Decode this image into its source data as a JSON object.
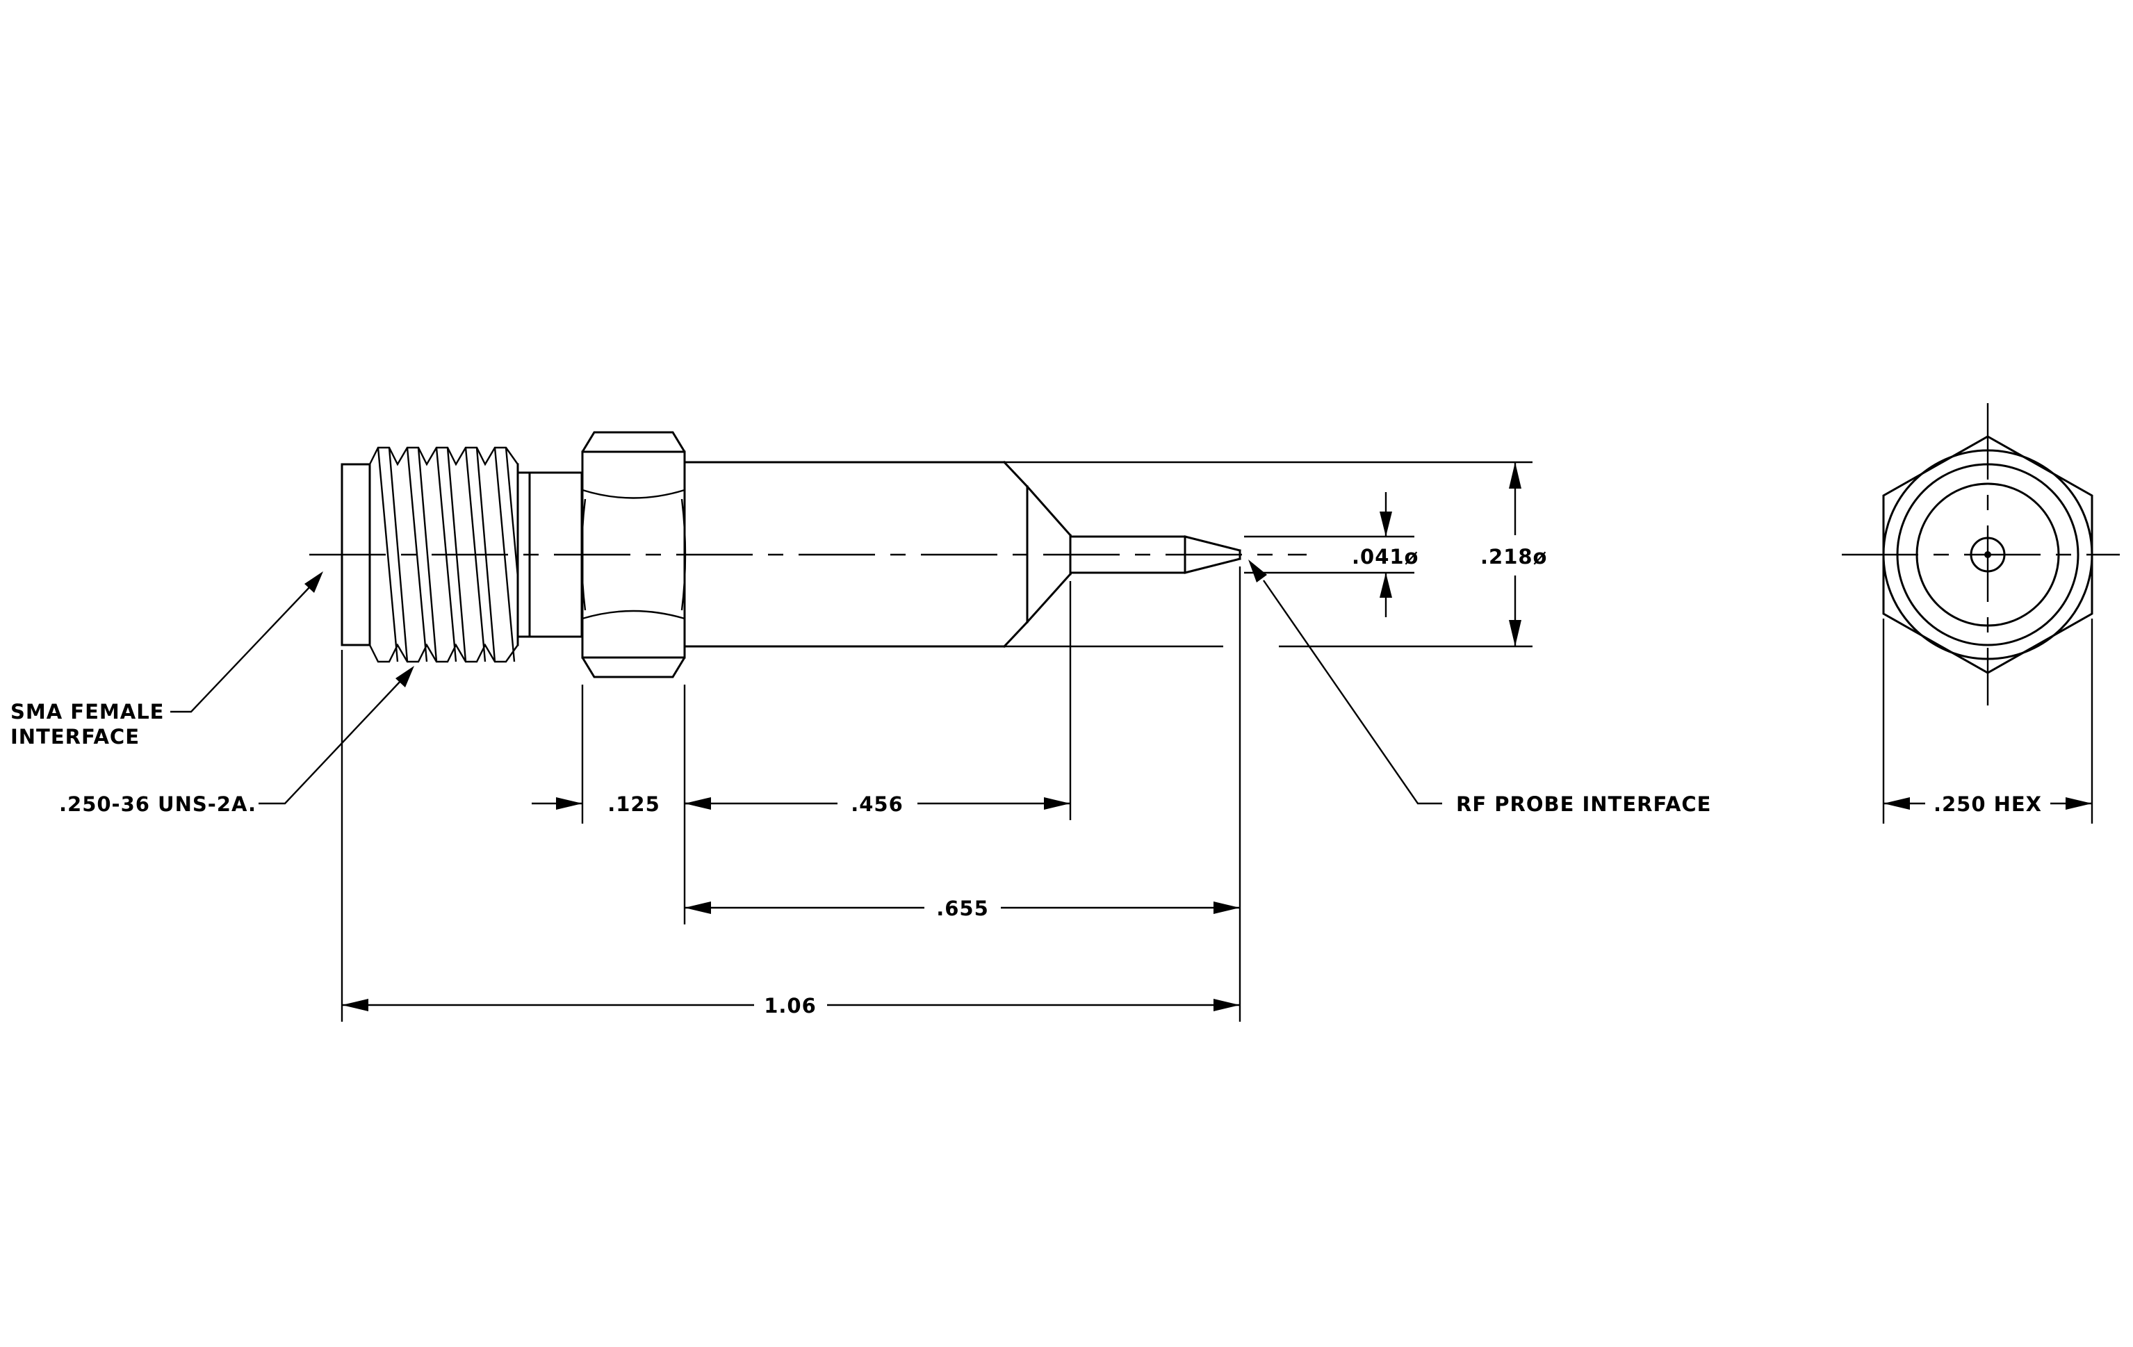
{
  "callouts": {
    "sma_line1": "SMA FEMALE",
    "sma_line2": "INTERFACE",
    "thread": ".250-36 UNS-2A.",
    "rf_probe": "RF PROBE INTERFACE"
  },
  "dimensions": {
    "hex_length": ".125",
    "body_length": ".456",
    "body_to_tip": ".655",
    "overall_length": "1.06",
    "probe_diameter": ".041ø",
    "body_diameter": ".218ø",
    "hex_size": ".250 HEX"
  }
}
